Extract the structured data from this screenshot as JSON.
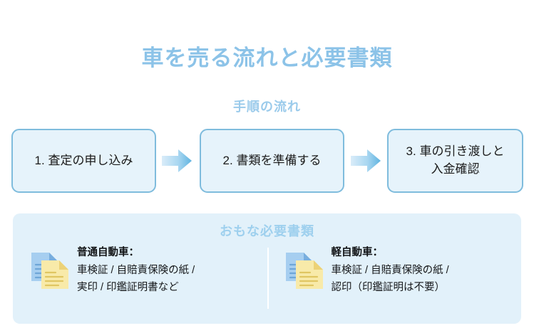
{
  "title": "車を売る流れと必要書類",
  "flow": {
    "subtitle": "手順の流れ",
    "steps": [
      {
        "label": "1. 査定の申し込み"
      },
      {
        "label": "2. 書類を準備する"
      },
      {
        "label": "3. 車の引き渡しと\n入金確認"
      }
    ],
    "arrow_icon": "arrow-right-icon"
  },
  "documents": {
    "heading": "おもな必要書類",
    "columns": [
      {
        "icon": "documents-icon",
        "label": "普通自動車：",
        "items": "車検証 / 自賠責保険の紙 /\n実印 / 印鑑証明書など"
      },
      {
        "icon": "documents-icon",
        "label": "軽自動車：",
        "items": "車検証 / 自賠責保険の紙 /\n認印（印鑑証明は不要）"
      }
    ]
  },
  "colors": {
    "title_blue": "#8cc3e8",
    "subtitle_blue": "#9bcbeb",
    "box_fill": "#e6f3fb",
    "box_border": "#7fbcdd",
    "panel_fill": "#e2f1fa",
    "arrow_light": "#cfe7f7",
    "arrow_dark": "#5fb3e0",
    "doc_blue": "#9ec9ef",
    "doc_yellow": "#f7e9a8"
  }
}
